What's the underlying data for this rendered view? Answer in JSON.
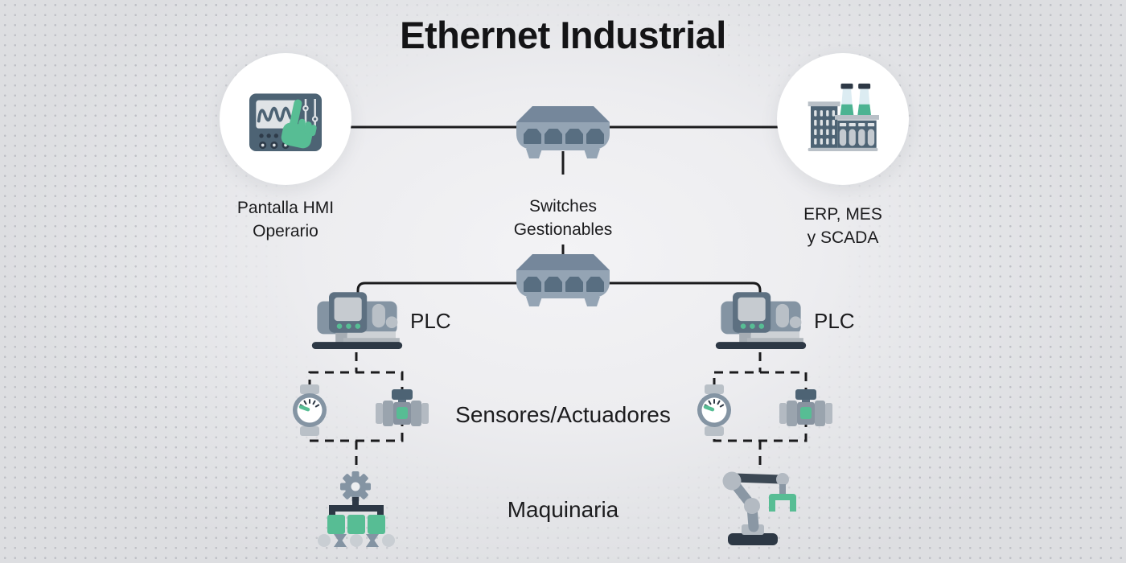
{
  "title": "Ethernet Industrial",
  "labels": {
    "hmi": [
      "Pantalla HMI",
      "Operario"
    ],
    "switches": [
      "Switches",
      "Gestionables"
    ],
    "erp": [
      "ERP, MES",
      "y SCADA"
    ],
    "plc_left": "PLC",
    "plc_right": "PLC",
    "sensors_actuators": "Sensores/Actuadores",
    "machinery": "Maquinaria"
  },
  "icons": {
    "hmi_node": "hmi-touch-panel-icon",
    "erp_node": "factory-icon",
    "switch_top": "network-switch-icon",
    "switch_field": "network-switch-icon",
    "plc_left": "plc-controller-icon",
    "plc_right": "plc-controller-icon",
    "sensor_left": "pressure-gauge-icon",
    "actuator_left": "valve-icon",
    "sensor_right": "pressure-gauge-icon",
    "actuator_right": "valve-icon",
    "machinery_left": "conveyor-gear-icon",
    "machinery_right": "robot-arm-icon"
  },
  "colors": {
    "background": "#e4e5e8",
    "dot": "#b7b9c0",
    "ink": "#1b1b1d",
    "green": "#57bd94",
    "green_dark": "#4cb392",
    "navy": "#2d3845",
    "slate_dark": "#4d6374",
    "slate_mid": "#5d7081",
    "blue_gray": "#8494a3",
    "blue_gray_2": "#94a4b4",
    "blue_gray_3": "#75879b",
    "silver": "#b9c0c7",
    "silver_2": "#c9ced3",
    "light": "#dfe3e6",
    "sky": "#dcecf2",
    "node_circle": "#ffffff"
  }
}
